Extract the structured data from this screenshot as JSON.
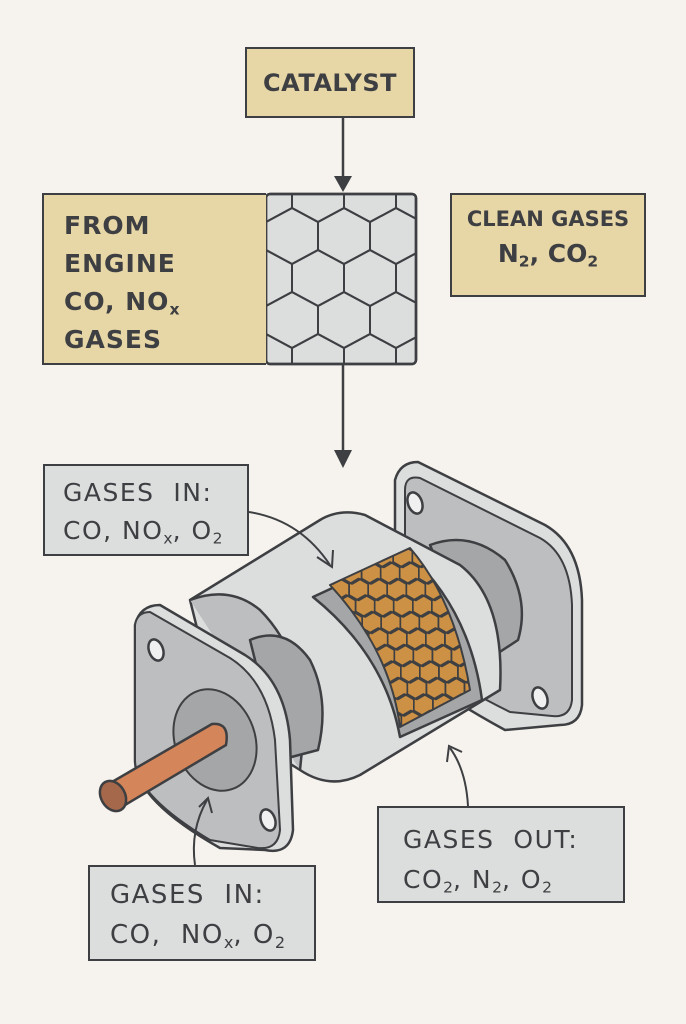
{
  "diagram": {
    "title": "Catalytic converter diagram",
    "colors": {
      "background": "#f6f3ee",
      "label_tan": "#e7d6a6",
      "label_grey": "#dcdddd",
      "stroke": "#3d3f42",
      "catalyst_orange": "#cc9145",
      "pipe_orange": "#d4855a",
      "metal_light": "#dcdddd",
      "metal_mid": "#bdbebf",
      "metal_dark": "#a5a6a7"
    },
    "catalyst_box": {
      "label": "CATALYST"
    },
    "from_engine_box": {
      "line1": "FROM",
      "line2": "ENGINE",
      "line3_main": "CO, NO",
      "line3_sub": "x",
      "line4": "GASES"
    },
    "clean_gases_box": {
      "line1": "CLEAN GASES",
      "n": "N",
      "n_sub": "2",
      "sep": ", CO",
      "co_sub": "2"
    },
    "gases_in_top": {
      "line1": "GASES  IN:",
      "p1": "CO, NO",
      "p1_sub": "x",
      "p2": ", O",
      "p2_sub": "2"
    },
    "gases_in_bottom": {
      "line1": "GASES  IN:",
      "p1": "CO,  NO",
      "p1_sub": "x",
      "p2": ", O",
      "p2_sub": "2"
    },
    "gases_out": {
      "line1": "GASES  OUT:",
      "p1": "CO",
      "p1_sub": "2",
      "p2": ", N",
      "p2_sub": "2",
      "p3": ", O",
      "p3_sub": "2"
    },
    "icons": [
      "honeycomb-grid-icon",
      "catalytic-converter-illustration",
      "down-arrow-icon",
      "curved-arrow-icon"
    ]
  }
}
